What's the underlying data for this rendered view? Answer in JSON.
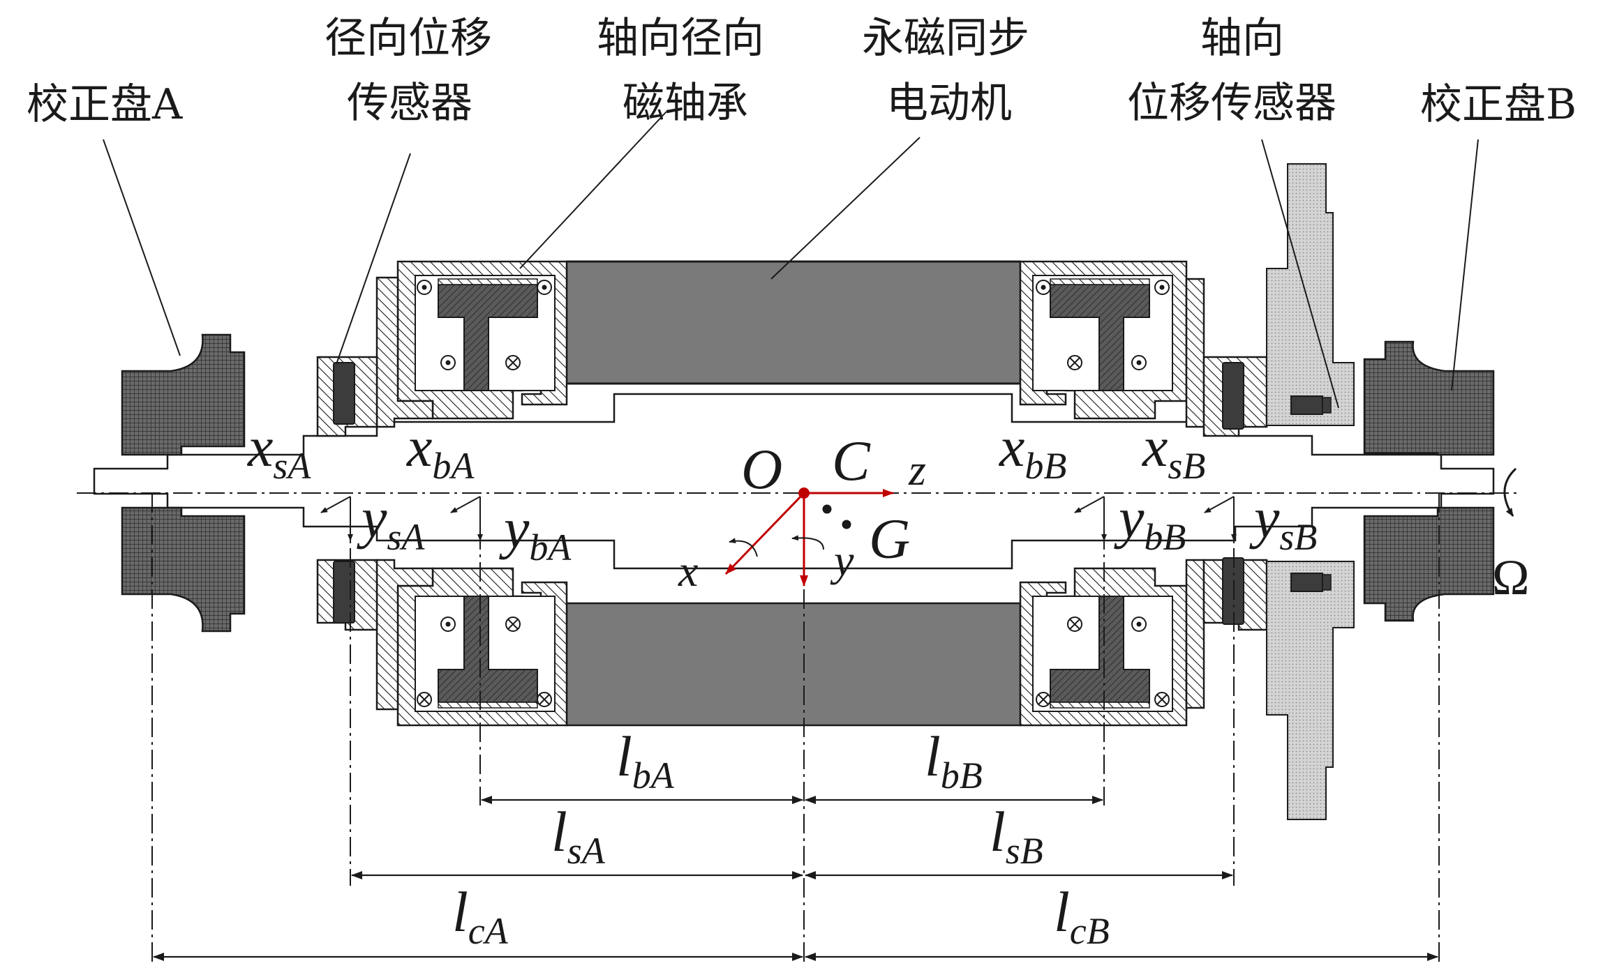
{
  "labels": {
    "disk_a": "校正盘A",
    "radial_sensor_l1": "径向位移",
    "radial_sensor_l2": "传感器",
    "amb_l1": "轴向径向",
    "amb_l2": "磁轴承",
    "motor_l1": "永磁同步",
    "motor_l2": "电动机",
    "axial_sensor_l1": "轴向",
    "axial_sensor_l2": "位移传感器",
    "disk_b": "校正盘B"
  },
  "symbols": {
    "xsA": {
      "main": "x",
      "sub": "sA"
    },
    "xbA": {
      "main": "x",
      "sub": "bA"
    },
    "ysA": {
      "main": "y",
      "sub": "sA"
    },
    "ybA": {
      "main": "y",
      "sub": "bA"
    },
    "xbB": {
      "main": "x",
      "sub": "bB"
    },
    "xsB": {
      "main": "x",
      "sub": "sB"
    },
    "ybB": {
      "main": "y",
      "sub": "bB"
    },
    "ysB": {
      "main": "y",
      "sub": "sB"
    },
    "O": "O",
    "C": "C",
    "z": "z",
    "G": "G",
    "x": "x",
    "y": "y",
    "omega": "Ω",
    "lbA": {
      "main": "l",
      "sub": "bA"
    },
    "lbB": {
      "main": "l",
      "sub": "bB"
    },
    "lsA": {
      "main": "l",
      "sub": "sA"
    },
    "lsB": {
      "main": "l",
      "sub": "sB"
    },
    "lcA": {
      "main": "l",
      "sub": "cA"
    },
    "lcB": {
      "main": "l",
      "sub": "cB"
    }
  },
  "colors": {
    "stroke": "#1a1a1a",
    "motor": "#7a7a7a",
    "core_dark": "#3c3c3c",
    "disk": "#5a5a5a",
    "axial_plate": "#cfcfcf",
    "coord_red": "#c00000"
  }
}
